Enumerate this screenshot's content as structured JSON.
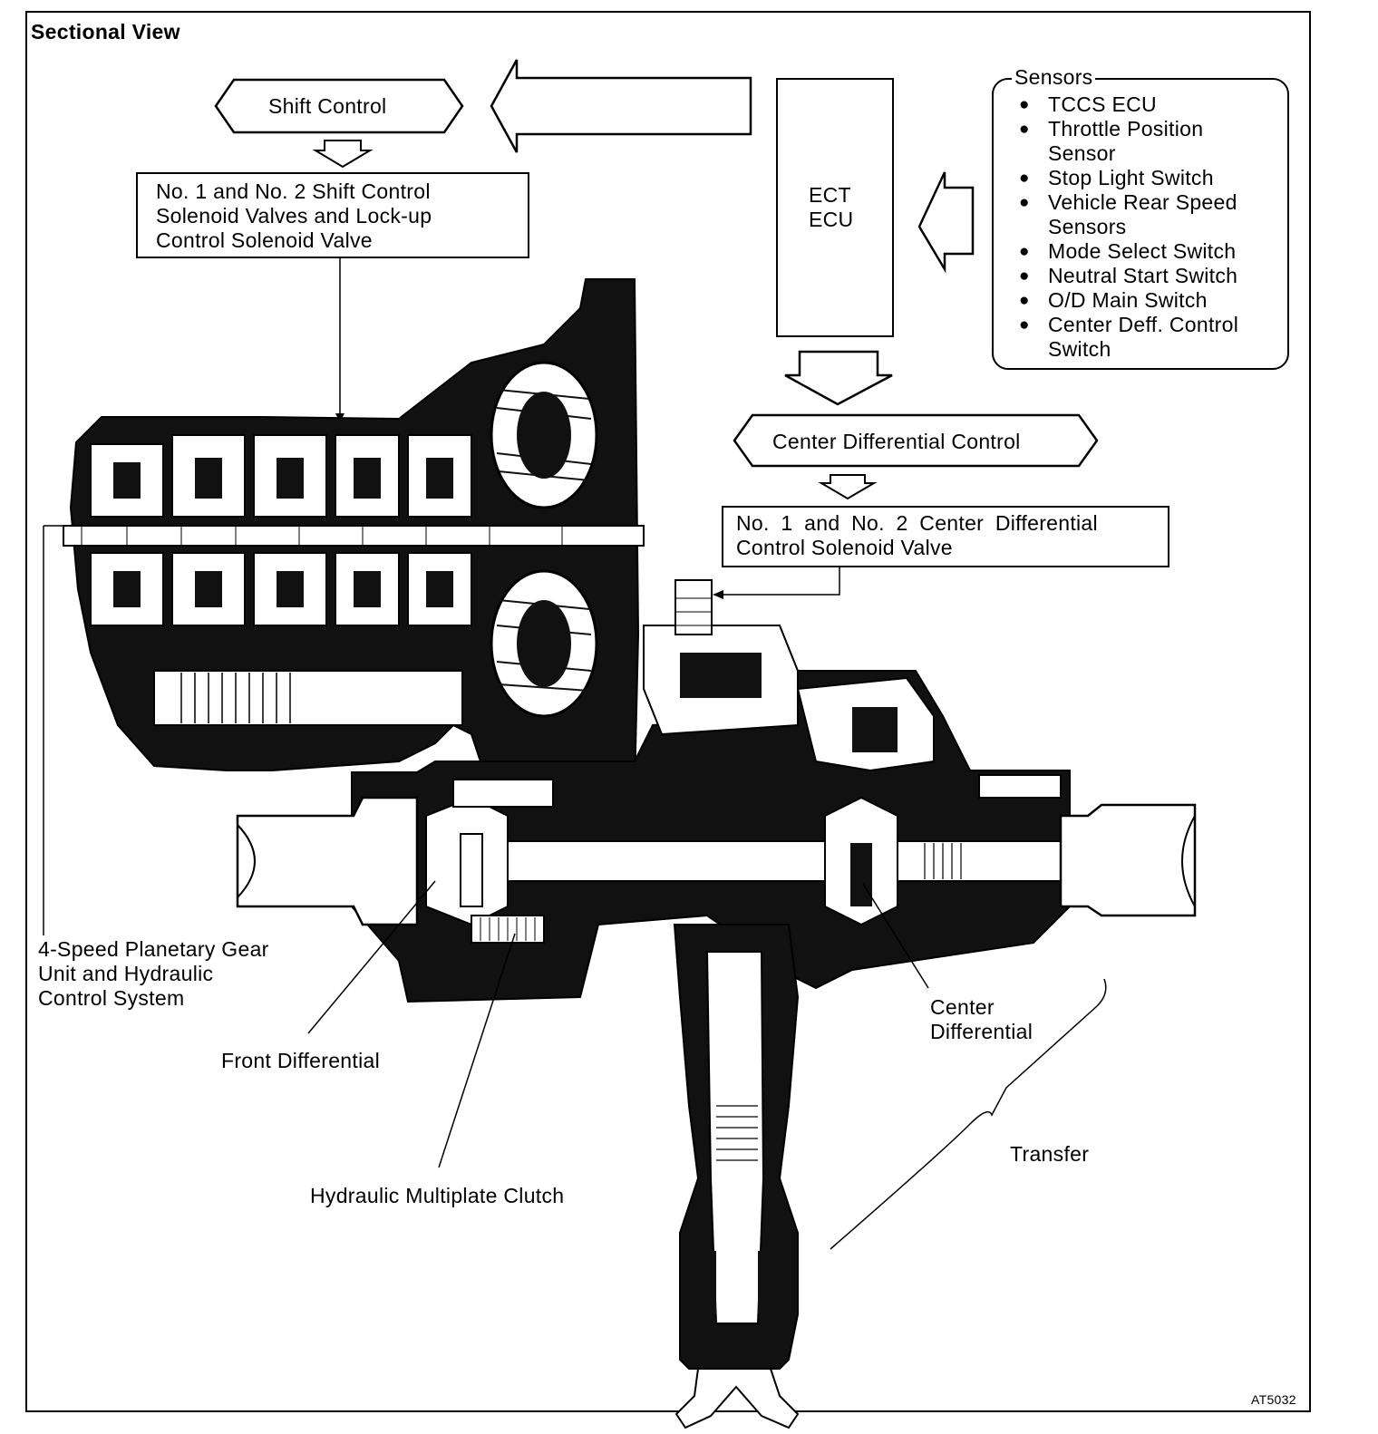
{
  "title": "Sectional View",
  "shift_control": "Shift Control",
  "shift_solenoids": [
    "No. 1 and No. 2 Shift Control",
    "Solenoid Valves and Lock-up",
    "Control Solenoid Valve"
  ],
  "ect_ecu": [
    "ECT",
    "ECU"
  ],
  "sensors": {
    "title": "Sensors",
    "items": [
      {
        "text": "TCCS ECU",
        "bullet": true
      },
      {
        "text": "Throttle Position",
        "bullet": true
      },
      {
        "text": "Sensor",
        "bullet": false
      },
      {
        "text": "Stop Light Switch",
        "bullet": true
      },
      {
        "text": "Vehicle Rear Speed",
        "bullet": true
      },
      {
        "text": "Sensors",
        "bullet": false
      },
      {
        "text": "Mode Select Switch",
        "bullet": true
      },
      {
        "text": "Neutral Start Switch",
        "bullet": true
      },
      {
        "text": "O/D Main Switch",
        "bullet": true
      },
      {
        "text": "Center Deff. Control",
        "bullet": true
      },
      {
        "text": "Switch",
        "bullet": false
      }
    ]
  },
  "center_diff_control": "Center Differential Control",
  "center_diff_solenoid": [
    "No. 1 and No. 2 Center Differential",
    "Control Solenoid Valve"
  ],
  "labels": {
    "planetary": [
      "4-Speed Planetary Gear",
      "Unit and Hydraulic",
      "Control System"
    ],
    "front_diff": "Front Differential",
    "clutch": "Hydraulic Multiplate Clutch",
    "center_diff": [
      "Center",
      "Differential"
    ],
    "transfer": "Transfer"
  },
  "figure_code": "AT5032"
}
